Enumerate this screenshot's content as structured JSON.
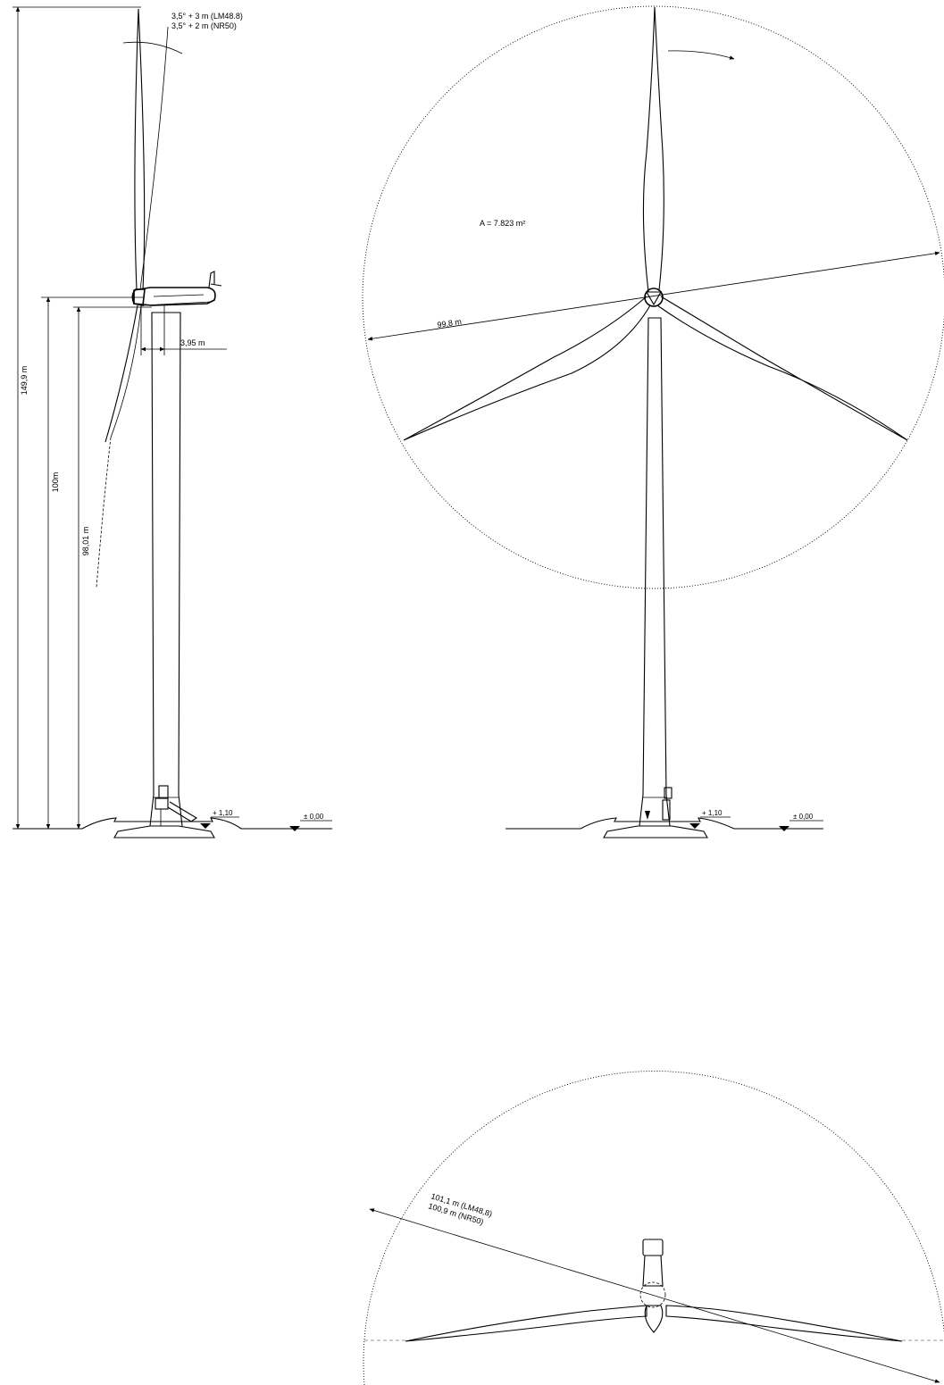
{
  "side_view": {
    "total_height": "149,9 m",
    "hub_height": "100m",
    "tower_height": "98,01 m",
    "overhang": "3,95 m",
    "tilt_lm": "3,5° + 3 m (LM48.8)",
    "tilt_nr": "3,5° + 2 m (NR50)",
    "level_foundation": "+ 1,10",
    "level_ground": "± 0,00"
  },
  "front_view": {
    "swept_area": "A = 7.823 m²",
    "rotor_diameter": "99,8 m",
    "level_foundation": "+ 1,10",
    "level_ground": "± 0,00"
  },
  "top_view": {
    "diameter_lm": "101,1 m (LM48,8)",
    "diameter_nr": "100,9 m (NR50)"
  }
}
